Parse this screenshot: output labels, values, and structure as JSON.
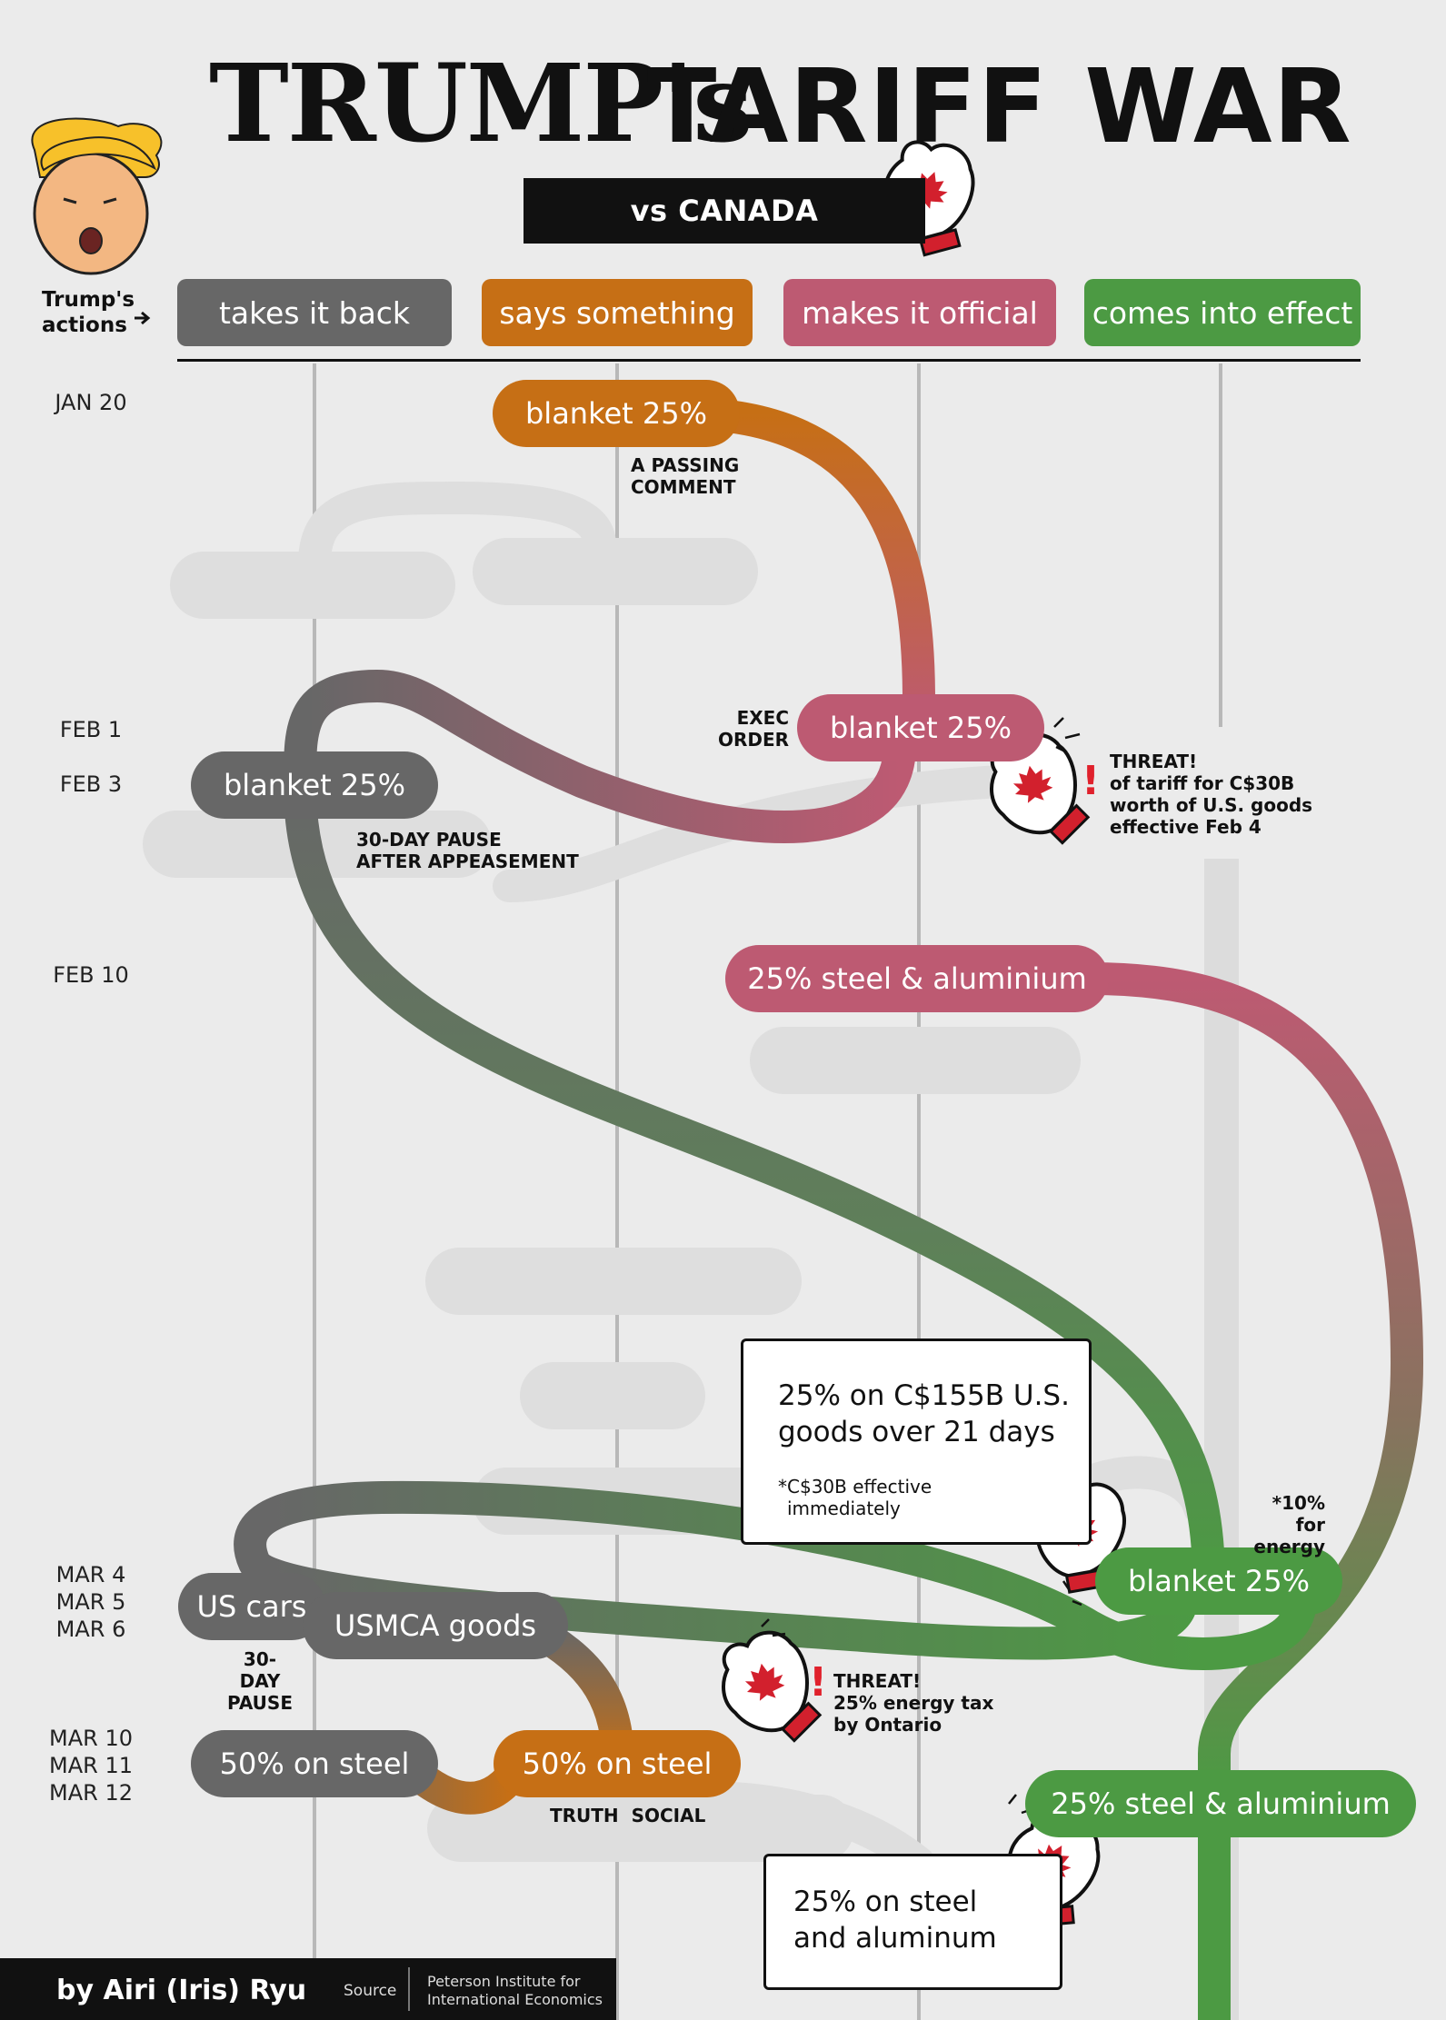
{
  "title": {
    "part1": "TRUMP's",
    "part2": "TARIFF WAR"
  },
  "subtitle": "vs CANADA",
  "actions_label": "Trump's actions",
  "columns": [
    {
      "label": "takes it back",
      "color": "#676767"
    },
    {
      "label": "says something",
      "color": "#c66f15"
    },
    {
      "label": "makes it official",
      "color": "#bd5a72"
    },
    {
      "label": "comes into effect",
      "color": "#4c9a43"
    }
  ],
  "dates": {
    "jan20": "JAN 20",
    "feb1": "FEB 1",
    "feb3": "FEB 3",
    "feb10": "FEB 10",
    "mar4": "MAR 4",
    "mar5": "MAR 5",
    "mar6": "MAR 6",
    "mar10": "MAR 10",
    "mar11": "MAR 11",
    "mar12": "MAR 12"
  },
  "events": {
    "jan20_say": "blanket 25%",
    "feb1_official": "blanket 25%",
    "feb3_back": "blanket 25%",
    "feb10_official": "25% steel & aluminium",
    "mar4_effect": "blanket 25%",
    "mar5_back": "US cars",
    "mar6_back": "USMCA goods",
    "mar11_back": "50% on steel",
    "mar11_say": "50% on steel",
    "mar12_effect": "25% steel & aluminium"
  },
  "notes": {
    "passing_1": "A PASSING",
    "passing_2": "COMMENT",
    "exec_1": "EXEC",
    "exec_2": "ORDER",
    "pause30_1": "30-DAY PAUSE",
    "pause30_2": "AFTER APPEASEMENT",
    "pause_short_1": "30-DAY",
    "pause_short_2": "PAUSE",
    "truth": "TRUTH  SOCIAL",
    "energy_1": "*10% for",
    "energy_2": "energy"
  },
  "threats": {
    "t1_title": "THREAT!",
    "t1_l1": "of tariff for C$30B",
    "t1_l2": "worth of U.S. goods",
    "t1_l3": "effective Feb 4",
    "t2_title": "THREAT!",
    "t2_l1": "25% energy tax",
    "t2_l2": "by Ontario"
  },
  "boxes": {
    "b1_l1": "25% on C$155B U.S.",
    "b1_l2": "goods over 21 days",
    "b1_sub1": "*C$30B effective",
    "b1_sub2": "immediately",
    "b2_l1": "25% on steel",
    "b2_l2": "and aluminum"
  },
  "footer": {
    "by": "by Airi (Iris) Ryu",
    "source_label": "Source",
    "source_1": "Peterson Institute for",
    "source_2": "International Economics"
  },
  "icons": [
    "face-icon",
    "canada-glove-icon",
    "exclamation-icon",
    "arrow-right-icon"
  ]
}
